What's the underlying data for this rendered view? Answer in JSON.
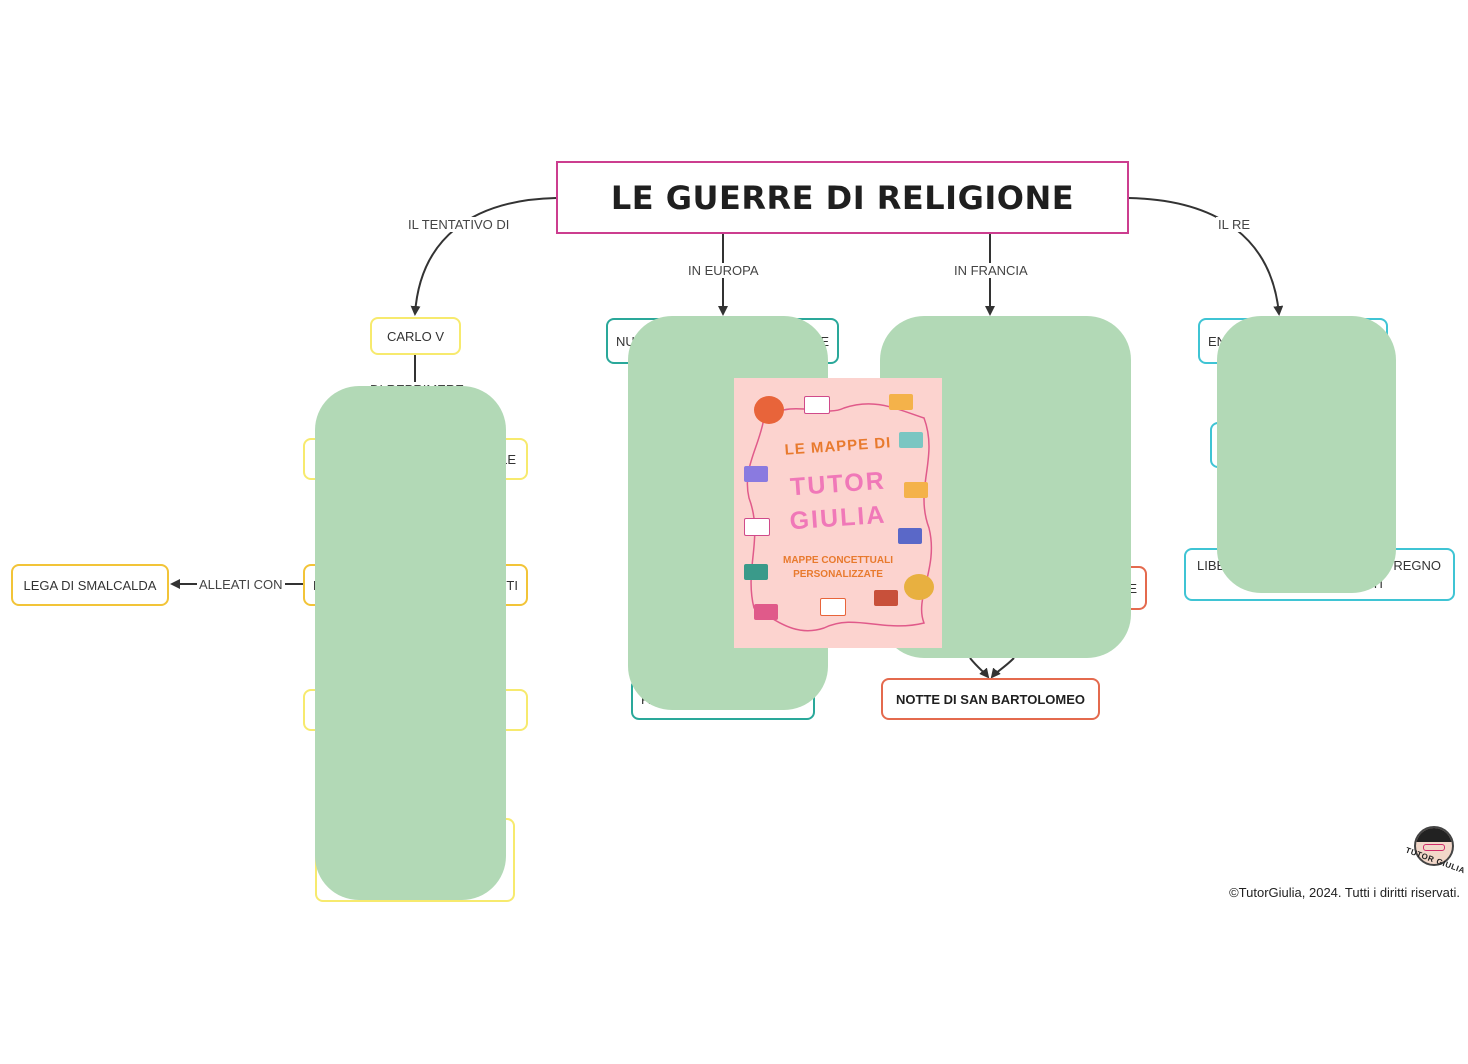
{
  "title": "LE GUERRE DI RELIGIONE",
  "edge_labels": {
    "left": "IL TENTATIVO DI",
    "europe": "IN EUROPA",
    "france": "IN FRANCIA",
    "right": "IL RE",
    "carlo_partial": "DI REPRIMERE",
    "alleati": "ALLEATI CON"
  },
  "nodes": {
    "carlo_v": "CARLO V",
    "lega": "LEGA DI SMALCALDA",
    "left_row1": "LE",
    "left_row2_left": "P",
    "left_row2_right": "NTI",
    "europe_top_left": "NU",
    "europe_top_right": "HE",
    "europe_bottom": "PA",
    "france_mid_right": "E",
    "bartolomeo": "NOTTE DI SAN BARTOLOMEO",
    "right_top": "EN",
    "right_bottom_left": "LIBE",
    "right_bottom_right1": "EL REGNO",
    "right_bottom_right2": "TI"
  },
  "logo": {
    "line1": "LE MAPPE DI",
    "line2": "TUTOR",
    "line3": "GIULIA",
    "line4a": "MAPPE CONCETTUALI",
    "line4b": "PERSONALIZZATE"
  },
  "avatar_text": "TUTOR GIULIA",
  "footer": "©TutorGiulia, 2024. Tutti i diritti riservati.",
  "colors": {
    "title_border": "#cc3d8f",
    "yellow": "#f7ea6e",
    "gold": "#f2c438",
    "teal": "#2aa89a",
    "cyan": "#3fc4d4",
    "coral": "#e46a4e",
    "cover_green": "#b2d9b6",
    "logo_pink": "#fcd3cf"
  }
}
